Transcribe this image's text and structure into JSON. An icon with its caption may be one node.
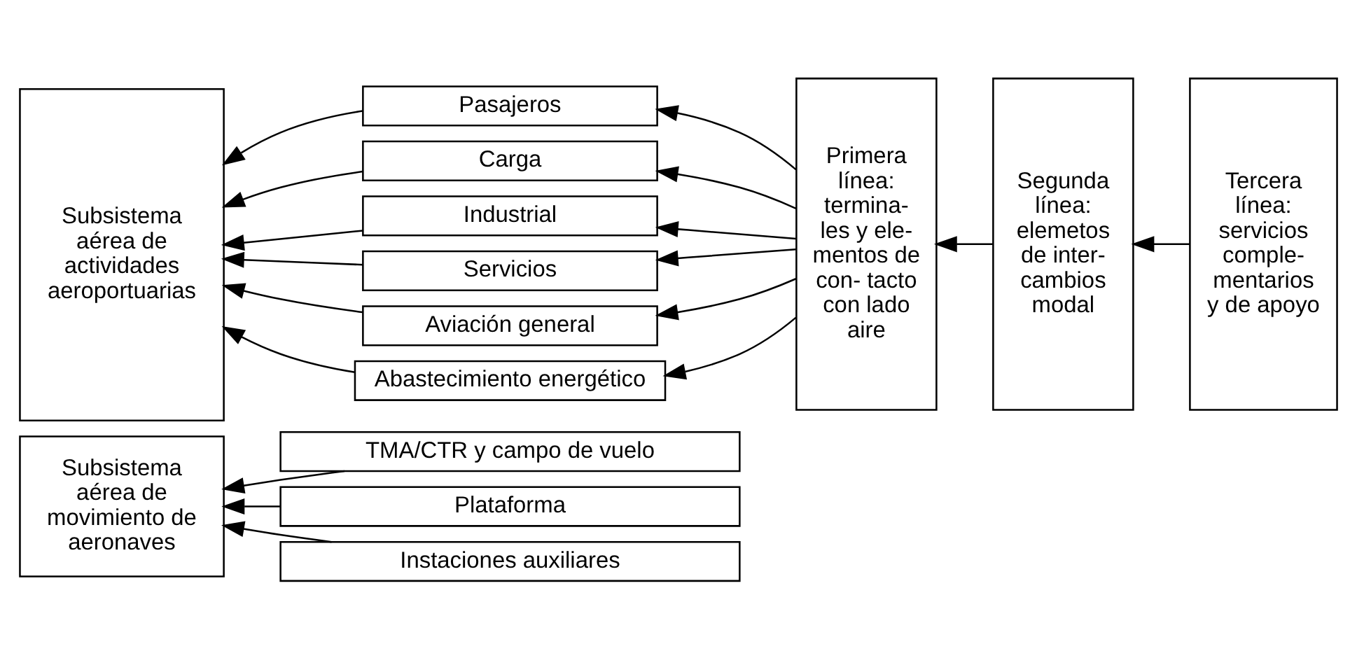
{
  "diagram": {
    "nodes": [
      {
        "text": [
          "Subsistema aérea de movimiento de aeronaves"
        ]
      },
      {
        "text": [
          "TMA/CTR y campo de vuelo"
        ]
      },
      {
        "text": [
          "Plataforma"
        ]
      },
      {
        "text": [
          "Instaciones auxiliares"
        ]
      },
      {
        "text": [
          "Subsistema aérea de actividades aeroportuarias"
        ]
      },
      {
        "text": [
          "Pasajeros"
        ]
      },
      {
        "text": [
          "Carga"
        ]
      },
      {
        "text": [
          "Industrial"
        ]
      },
      {
        "text": [
          "Servicios"
        ]
      },
      {
        "text": [
          "Aviación general"
        ]
      },
      {
        "text": [
          "Abastecimiento energético"
        ]
      },
      {
        "text": [
          "Primera línea: termina- les y ele- mentos de con- tacto con lado aire"
        ]
      },
      {
        "text": [
          "Segunda línea: elemetos de inter- cambios modal"
        ]
      },
      {
        "text": [
          "Tercera línea: servicios comple- mentarios y de apoyo"
        ]
      }
    ],
    "edges": [
      {
        "from": 1,
        "to": 0,
        "arrow": "to"
      },
      {
        "from": 2,
        "to": 0,
        "arrow": "to"
      },
      {
        "from": 3,
        "to": 0,
        "arrow": "to"
      },
      {
        "from": 5,
        "to": 4,
        "arrow": "to"
      },
      {
        "from": 6,
        "to": 4,
        "arrow": "to"
      },
      {
        "from": 7,
        "to": 4,
        "arrow": "to"
      },
      {
        "from": 8,
        "to": 4,
        "arrow": "to"
      },
      {
        "from": 9,
        "to": 4,
        "arrow": "to"
      },
      {
        "from": 10,
        "to": 4,
        "arrow": "to"
      },
      {
        "from": 11,
        "to": 5,
        "arrow": "to"
      },
      {
        "from": 11,
        "to": 6,
        "arrow": "to"
      },
      {
        "from": 11,
        "to": 7,
        "arrow": "to"
      },
      {
        "from": 11,
        "to": 8,
        "arrow": "to"
      },
      {
        "from": 11,
        "to": 9,
        "arrow": "to"
      },
      {
        "from": 11,
        "to": 10,
        "arrow": "to"
      },
      {
        "from": 12,
        "to": 11,
        "arrow": "to"
      },
      {
        "from": 13,
        "to": 12,
        "arrow": "to"
      }
    ]
  }
}
